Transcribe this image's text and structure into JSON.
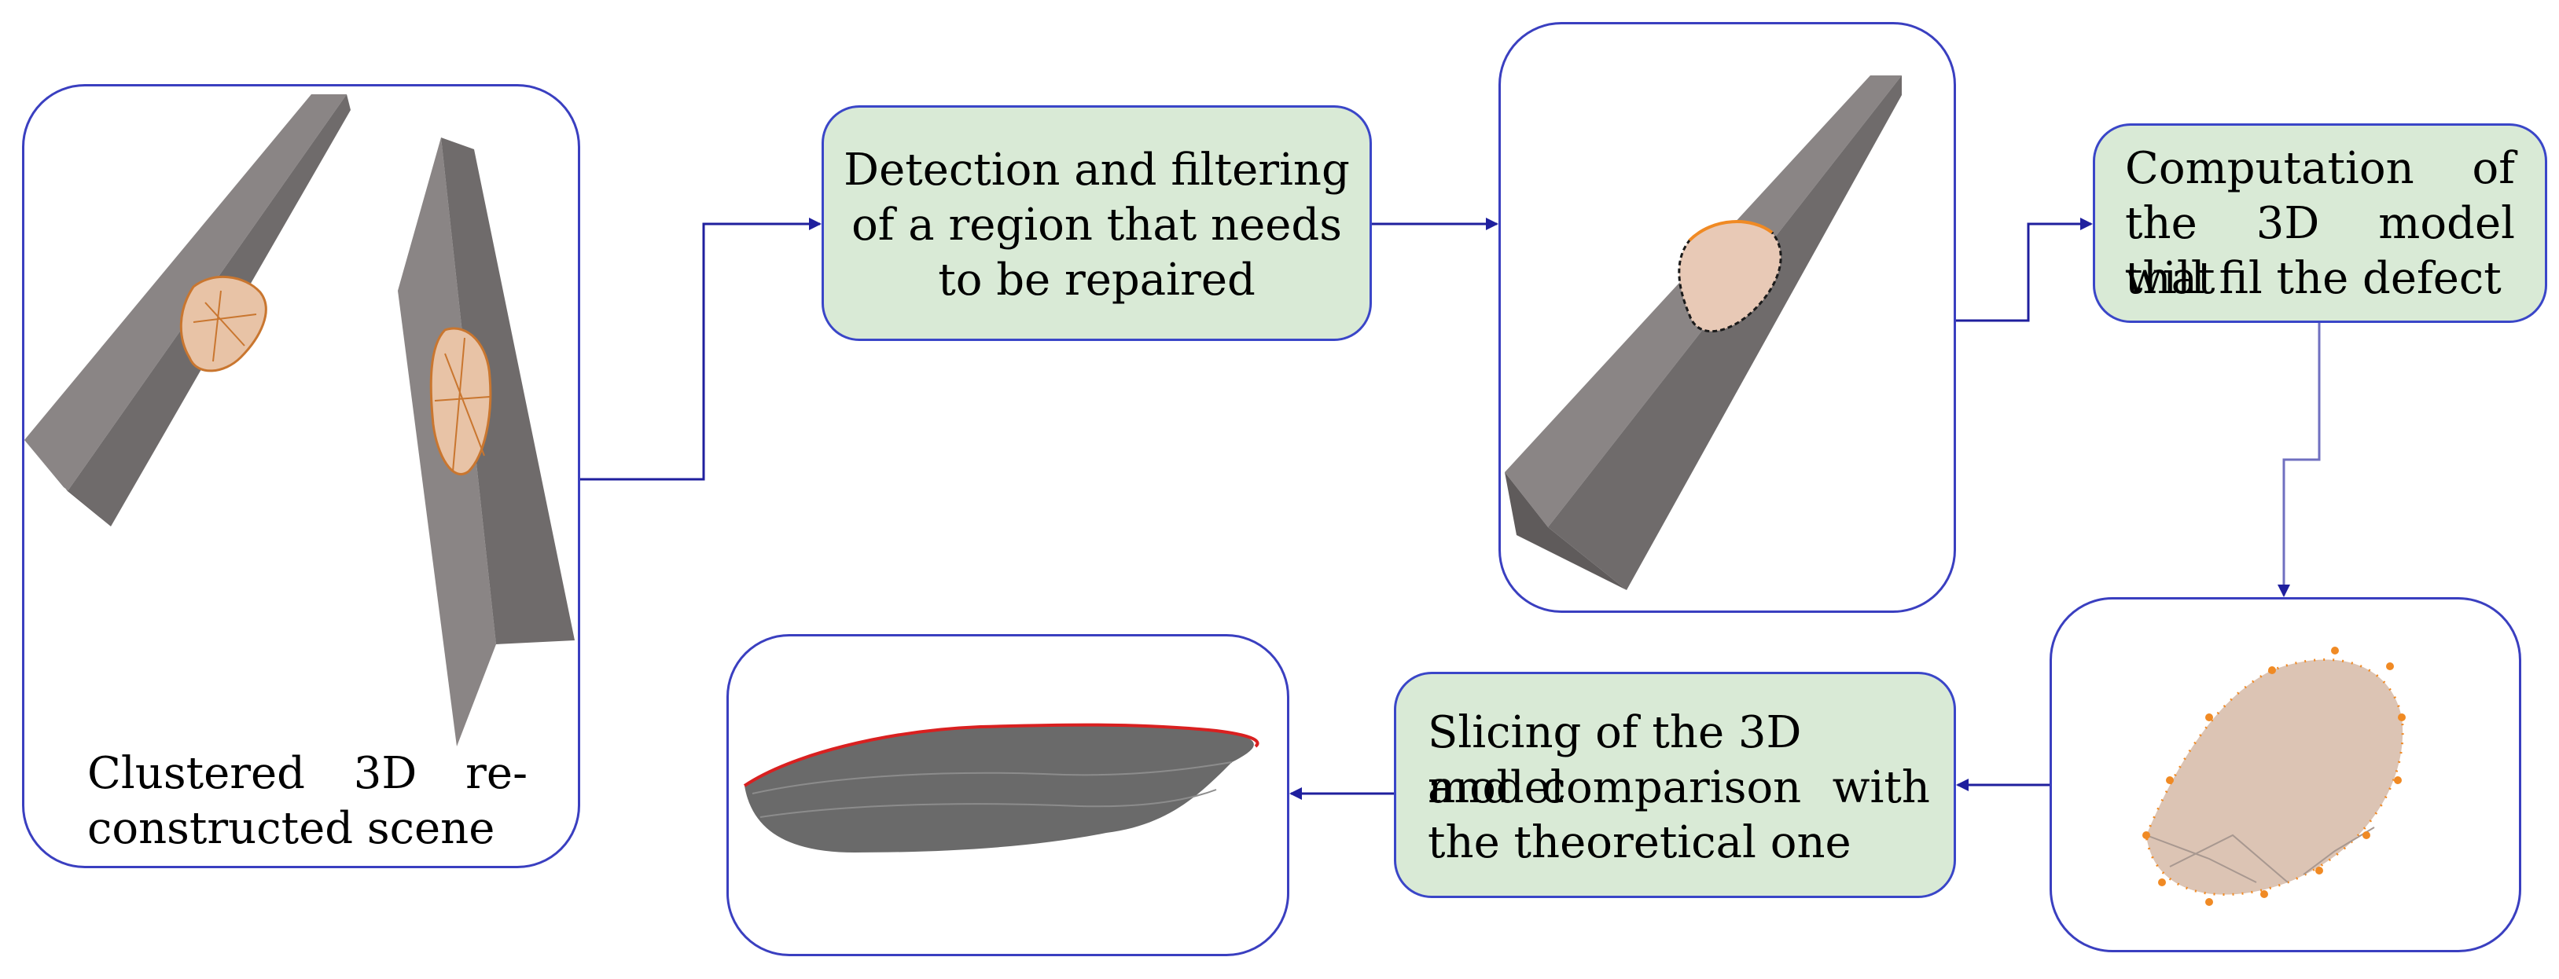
{
  "panels": {
    "scene_caption_line1": "Clustered 3D re-",
    "scene_caption_line2": "constructed scene"
  },
  "steps": {
    "detection": [
      "Detection and filtering",
      "of a region that needs",
      "to be repaired"
    ],
    "computation": [
      "Computation of",
      "the 3D model that",
      "will fil the defect"
    ],
    "slicing": [
      "Slicing of the 3D model",
      "and comparison with",
      "the theoretical one"
    ]
  },
  "colors": {
    "panel_border": "#3a3fc0",
    "step_fill": "#d9ead6",
    "arrow": "#1f1f9e",
    "beam": "#7e7a7a",
    "defect": "#e0b79b",
    "defect_points": "#f08a24",
    "slice_edge": "#d92020"
  }
}
